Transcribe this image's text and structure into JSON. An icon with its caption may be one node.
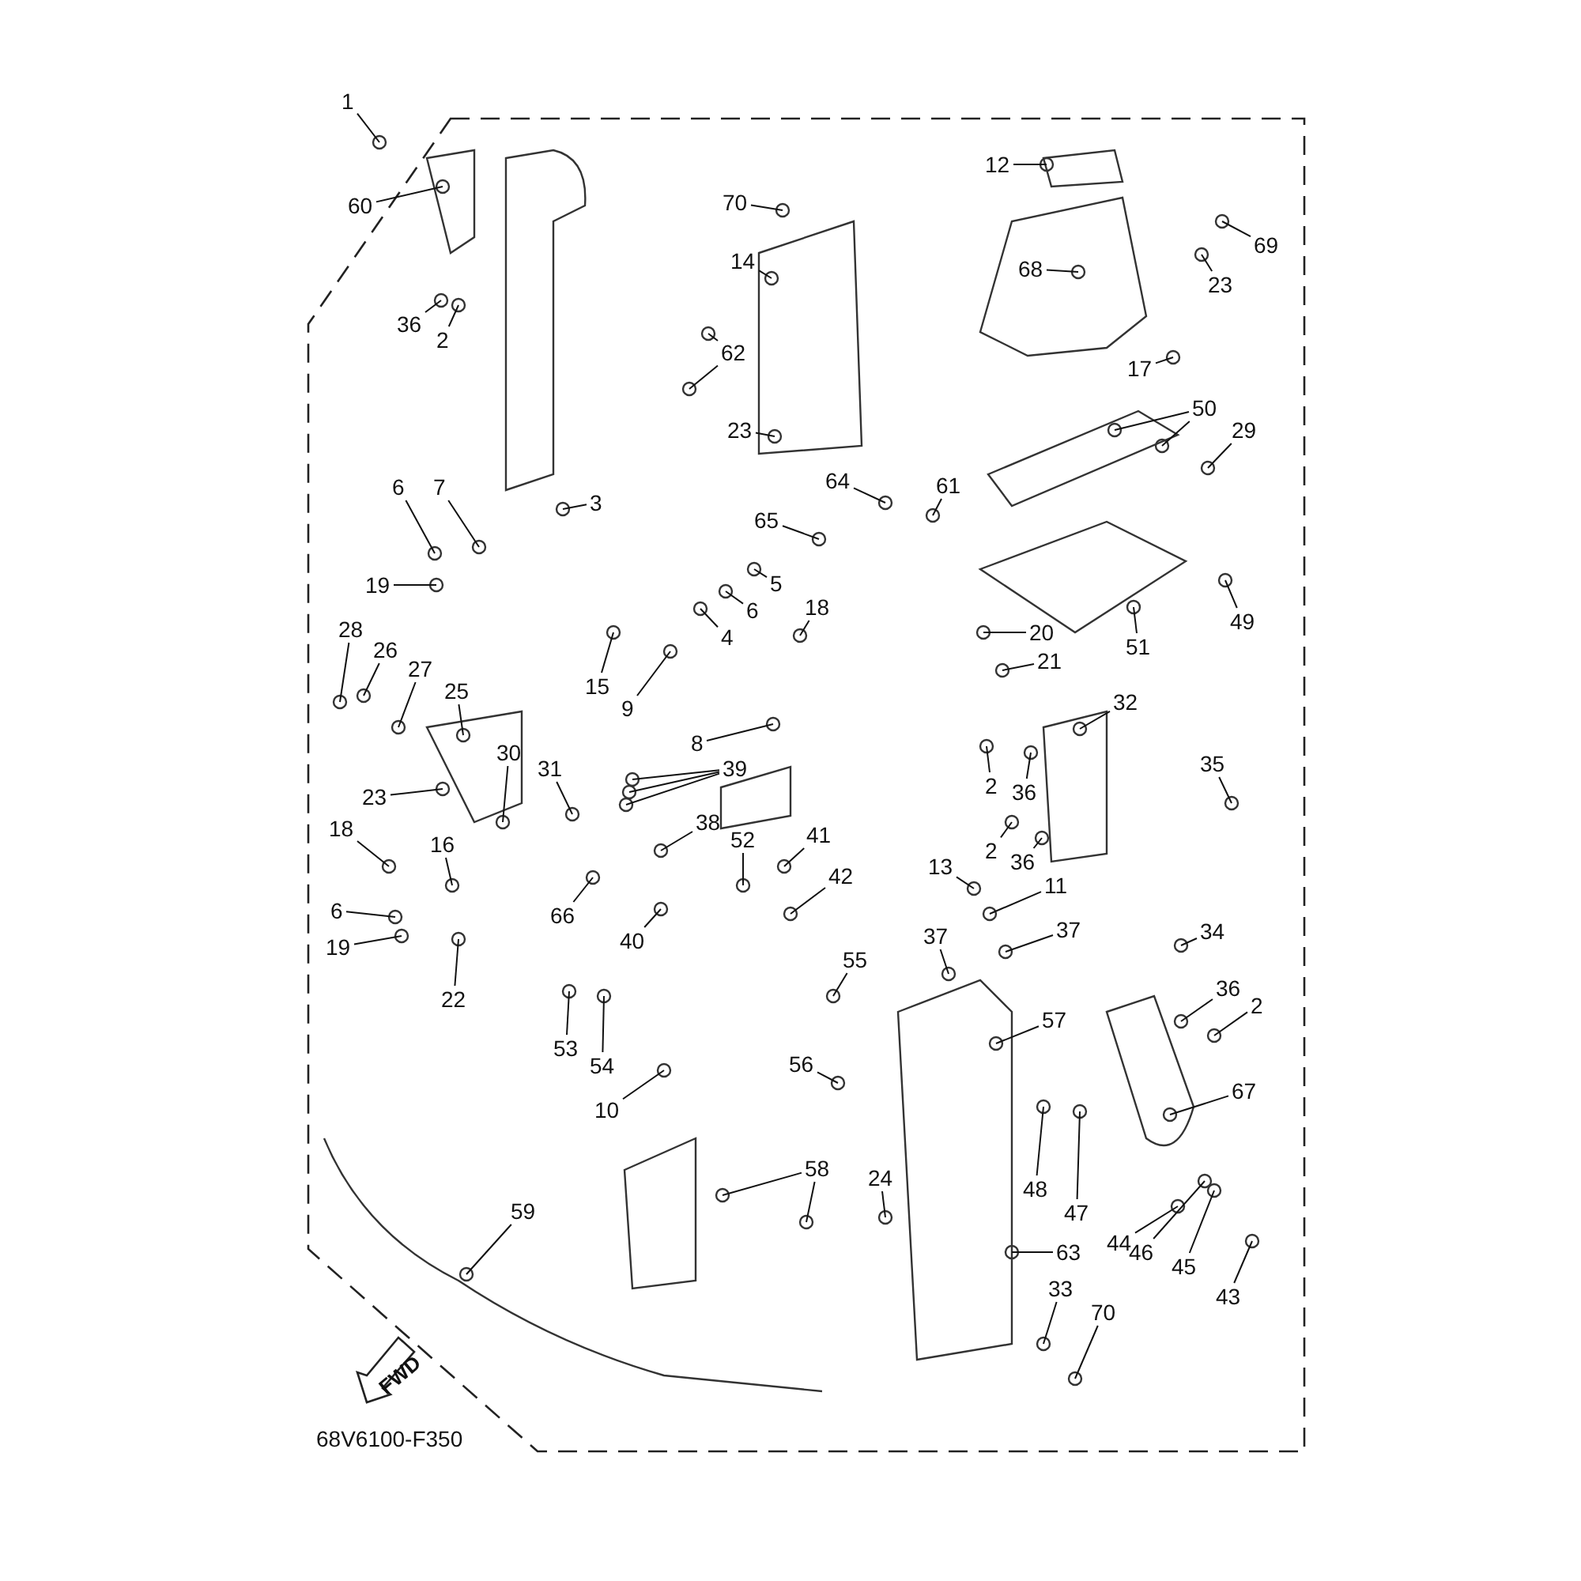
{
  "diagram": {
    "nodes": [
      {
        "text": [
          "1"
        ]
      },
      {
        "text": [
          "60"
        ]
      },
      {
        "text": [
          "36"
        ]
      },
      {
        "text": [
          "2"
        ]
      },
      {
        "text": [
          "70"
        ]
      },
      {
        "text": [
          "14"
        ]
      },
      {
        "text": [
          "62"
        ]
      },
      {
        "text": [
          "23"
        ]
      },
      {
        "text": [
          "12"
        ]
      },
      {
        "text": [
          "68"
        ]
      },
      {
        "text": [
          "69"
        ]
      },
      {
        "text": [
          "23"
        ]
      },
      {
        "text": [
          "17"
        ]
      },
      {
        "text": [
          "50"
        ]
      },
      {
        "text": [
          "29"
        ]
      },
      {
        "text": [
          "64"
        ]
      },
      {
        "text": [
          "61"
        ]
      },
      {
        "text": [
          "65"
        ]
      },
      {
        "text": [
          "3"
        ]
      },
      {
        "text": [
          "6"
        ]
      },
      {
        "text": [
          "7"
        ]
      },
      {
        "text": [
          "19"
        ]
      },
      {
        "text": [
          "5"
        ]
      },
      {
        "text": [
          "6"
        ]
      },
      {
        "text": [
          "4"
        ]
      },
      {
        "text": [
          "18"
        ]
      },
      {
        "text": [
          "49"
        ]
      },
      {
        "text": [
          "51"
        ]
      },
      {
        "text": [
          "20"
        ]
      },
      {
        "text": [
          "21"
        ]
      },
      {
        "text": [
          "28"
        ]
      },
      {
        "text": [
          "26"
        ]
      },
      {
        "text": [
          "27"
        ]
      },
      {
        "text": [
          "15"
        ]
      },
      {
        "text": [
          "9"
        ]
      },
      {
        "text": [
          "25"
        ]
      },
      {
        "text": [
          "8"
        ]
      },
      {
        "text": [
          "32"
        ]
      },
      {
        "text": [
          "30"
        ]
      },
      {
        "text": [
          "39"
        ]
      },
      {
        "text": [
          "35"
        ]
      },
      {
        "text": [
          "31"
        ]
      },
      {
        "text": [
          "2"
        ]
      },
      {
        "text": [
          "36"
        ]
      },
      {
        "text": [
          "23"
        ]
      },
      {
        "text": [
          "38"
        ]
      },
      {
        "text": [
          "41"
        ]
      },
      {
        "text": [
          "52"
        ]
      },
      {
        "text": [
          "18"
        ]
      },
      {
        "text": [
          "2"
        ]
      },
      {
        "text": [
          "16"
        ]
      },
      {
        "text": [
          "36"
        ]
      },
      {
        "text": [
          "13"
        ]
      },
      {
        "text": [
          "42"
        ]
      },
      {
        "text": [
          "11"
        ]
      },
      {
        "text": [
          "6"
        ]
      },
      {
        "text": [
          "66"
        ]
      },
      {
        "text": [
          "37"
        ]
      },
      {
        "text": [
          "37"
        ]
      },
      {
        "text": [
          "34"
        ]
      },
      {
        "text": [
          "55"
        ]
      },
      {
        "text": [
          "19"
        ]
      },
      {
        "text": [
          "40"
        ]
      },
      {
        "text": [
          "36"
        ]
      },
      {
        "text": [
          "22"
        ]
      },
      {
        "text": [
          "2"
        ]
      },
      {
        "text": [
          "57"
        ]
      },
      {
        "text": [
          "53"
        ]
      },
      {
        "text": [
          "54"
        ]
      },
      {
        "text": [
          "56"
        ]
      },
      {
        "text": [
          "67"
        ]
      },
      {
        "text": [
          "10"
        ]
      },
      {
        "text": [
          "58"
        ]
      },
      {
        "text": [
          "24"
        ]
      },
      {
        "text": [
          "48"
        ]
      },
      {
        "text": [
          "47"
        ]
      },
      {
        "text": [
          "59"
        ]
      },
      {
        "text": [
          "44"
        ]
      },
      {
        "text": [
          "46"
        ]
      },
      {
        "text": [
          "63"
        ]
      },
      {
        "text": [
          "45"
        ]
      },
      {
        "text": [
          "33"
        ]
      },
      {
        "text": [
          "43"
        ]
      },
      {
        "text": [
          "70"
        ]
      }
    ],
    "edges": [
      {
        "from": 0,
        "to": null,
        "arrow": "none"
      },
      {
        "from": 1,
        "to": null,
        "arrow": "none"
      },
      {
        "from": 2,
        "to": null,
        "arrow": "none"
      },
      {
        "from": 3,
        "to": null,
        "arrow": "none"
      },
      {
        "from": 4,
        "to": null,
        "arrow": "none"
      },
      {
        "from": 5,
        "to": null,
        "arrow": "none"
      },
      {
        "from": 6,
        "to": null,
        "arrow": "none"
      },
      {
        "from": 6,
        "to": null,
        "arrow": "none"
      },
      {
        "from": 7,
        "to": null,
        "arrow": "none"
      },
      {
        "from": 8,
        "to": null,
        "arrow": "none"
      },
      {
        "from": 9,
        "to": null,
        "arrow": "none"
      },
      {
        "from": 10,
        "to": null,
        "arrow": "none"
      },
      {
        "from": 11,
        "to": null,
        "arrow": "none"
      },
      {
        "from": 12,
        "to": null,
        "arrow": "none"
      },
      {
        "from": 13,
        "to": null,
        "arrow": "none"
      },
      {
        "from": 13,
        "to": null,
        "arrow": "none"
      },
      {
        "from": 14,
        "to": null,
        "arrow": "none"
      },
      {
        "from": 15,
        "to": null,
        "arrow": "none"
      },
      {
        "from": 16,
        "to": null,
        "arrow": "none"
      },
      {
        "from": 17,
        "to": null,
        "arrow": "none"
      },
      {
        "from": 18,
        "to": null,
        "arrow": "none"
      },
      {
        "from": 19,
        "to": null,
        "arrow": "none"
      },
      {
        "from": 20,
        "to": null,
        "arrow": "none"
      },
      {
        "from": 21,
        "to": null,
        "arrow": "none"
      },
      {
        "from": 22,
        "to": null,
        "arrow": "none"
      },
      {
        "from": 23,
        "to": null,
        "arrow": "none"
      },
      {
        "from": 24,
        "to": null,
        "arrow": "none"
      },
      {
        "from": 25,
        "to": null,
        "arrow": "none"
      },
      {
        "from": 26,
        "to": null,
        "arrow": "none"
      },
      {
        "from": 27,
        "to": null,
        "arrow": "none"
      },
      {
        "from": 28,
        "to": null,
        "arrow": "none"
      },
      {
        "from": 29,
        "to": null,
        "arrow": "none"
      },
      {
        "from": 30,
        "to": null,
        "arrow": "none"
      },
      {
        "from": 31,
        "to": null,
        "arrow": "none"
      },
      {
        "from": 32,
        "to": null,
        "arrow": "none"
      },
      {
        "from": 33,
        "to": null,
        "arrow": "none"
      },
      {
        "from": 34,
        "to": null,
        "arrow": "none"
      },
      {
        "from": 35,
        "to": null,
        "arrow": "none"
      },
      {
        "from": 36,
        "to": null,
        "arrow": "none"
      },
      {
        "from": 37,
        "to": null,
        "arrow": "none"
      },
      {
        "from": 38,
        "to": null,
        "arrow": "none"
      },
      {
        "from": 39,
        "to": null,
        "arrow": "none"
      },
      {
        "from": 39,
        "to": null,
        "arrow": "none"
      },
      {
        "from": 39,
        "to": null,
        "arrow": "none"
      },
      {
        "from": 40,
        "to": null,
        "arrow": "none"
      },
      {
        "from": 41,
        "to": null,
        "arrow": "none"
      },
      {
        "from": 42,
        "to": null,
        "arrow": "none"
      },
      {
        "from": 43,
        "to": null,
        "arrow": "none"
      },
      {
        "from": 44,
        "to": null,
        "arrow": "none"
      },
      {
        "from": 45,
        "to": null,
        "arrow": "none"
      },
      {
        "from": 46,
        "to": null,
        "arrow": "none"
      },
      {
        "from": 47,
        "to": null,
        "arrow": "none"
      },
      {
        "from": 48,
        "to": null,
        "arrow": "none"
      },
      {
        "from": 49,
        "to": null,
        "arrow": "none"
      },
      {
        "from": 50,
        "to": null,
        "arrow": "none"
      },
      {
        "from": 51,
        "to": null,
        "arrow": "none"
      },
      {
        "from": 52,
        "to": null,
        "arrow": "none"
      },
      {
        "from": 53,
        "to": null,
        "arrow": "none"
      },
      {
        "from": 54,
        "to": null,
        "arrow": "none"
      },
      {
        "from": 55,
        "to": null,
        "arrow": "none"
      },
      {
        "from": 56,
        "to": null,
        "arrow": "none"
      },
      {
        "from": 57,
        "to": null,
        "arrow": "none"
      },
      {
        "from": 58,
        "to": null,
        "arrow": "none"
      },
      {
        "from": 59,
        "to": null,
        "arrow": "none"
      },
      {
        "from": 60,
        "to": null,
        "arrow": "none"
      },
      {
        "from": 61,
        "to": null,
        "arrow": "none"
      },
      {
        "from": 62,
        "to": null,
        "arrow": "none"
      },
      {
        "from": 63,
        "to": null,
        "arrow": "none"
      },
      {
        "from": 64,
        "to": null,
        "arrow": "none"
      },
      {
        "from": 65,
        "to": null,
        "arrow": "none"
      },
      {
        "from": 66,
        "to": null,
        "arrow": "none"
      },
      {
        "from": 67,
        "to": null,
        "arrow": "none"
      },
      {
        "from": 68,
        "to": null,
        "arrow": "none"
      },
      {
        "from": 69,
        "to": null,
        "arrow": "none"
      },
      {
        "from": 70,
        "to": null,
        "arrow": "none"
      },
      {
        "from": 71,
        "to": null,
        "arrow": "none"
      },
      {
        "from": 72,
        "to": null,
        "arrow": "none"
      },
      {
        "from": 72,
        "to": null,
        "arrow": "none"
      },
      {
        "from": 73,
        "to": null,
        "arrow": "none"
      },
      {
        "from": 74,
        "to": null,
        "arrow": "none"
      },
      {
        "from": 75,
        "to": null,
        "arrow": "none"
      },
      {
        "from": 76,
        "to": null,
        "arrow": "none"
      },
      {
        "from": 77,
        "to": null,
        "arrow": "none"
      },
      {
        "from": 78,
        "to": null,
        "arrow": "none"
      },
      {
        "from": 79,
        "to": null,
        "arrow": "none"
      },
      {
        "from": 80,
        "to": null,
        "arrow": "none"
      },
      {
        "from": 81,
        "to": null,
        "arrow": "none"
      },
      {
        "from": 82,
        "to": null,
        "arrow": "none"
      },
      {
        "from": 83,
        "to": null,
        "arrow": "none"
      }
    ],
    "labels": [
      "FWD",
      "68V6100-F350"
    ]
  }
}
